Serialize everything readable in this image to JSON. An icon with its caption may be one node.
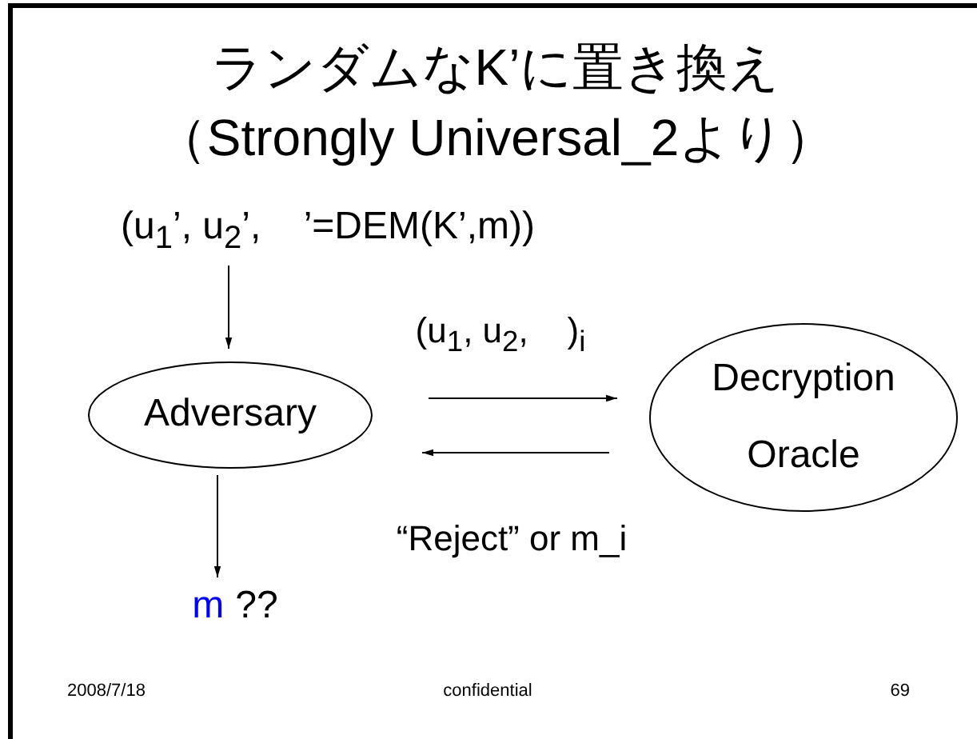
{
  "diagram": {
    "title": "ランダムなK’に置き換え（Strongly Universal_2より）",
    "nodes": [
      {
        "text": [
          "(u$_{1}$’, u$_{2}$’,    ’=DEM(K’,m))"
        ]
      },
      {
        "text": [
          "Adversary"
        ]
      },
      {
        "text": [
          "Decryption Oracle"
        ]
      },
      {
        "text": [
          "m",
          "??"
        ]
      }
    ],
    "edges": [
      {
        "from": 0,
        "to": 1,
        "arrow": "to"
      },
      {
        "from": 1,
        "to": 2,
        "arrow": "to",
        "label": "(u$_{1}$, u$_{2}$,    )$_{i}$"
      },
      {
        "from": 2,
        "to": 1,
        "arrow": "to",
        "label": "“Reject” or m_i"
      },
      {
        "from": 1,
        "to": 3,
        "arrow": "to"
      }
    ],
    "labels": [
      "2008/7/18",
      "confidential",
      "69"
    ]
  }
}
